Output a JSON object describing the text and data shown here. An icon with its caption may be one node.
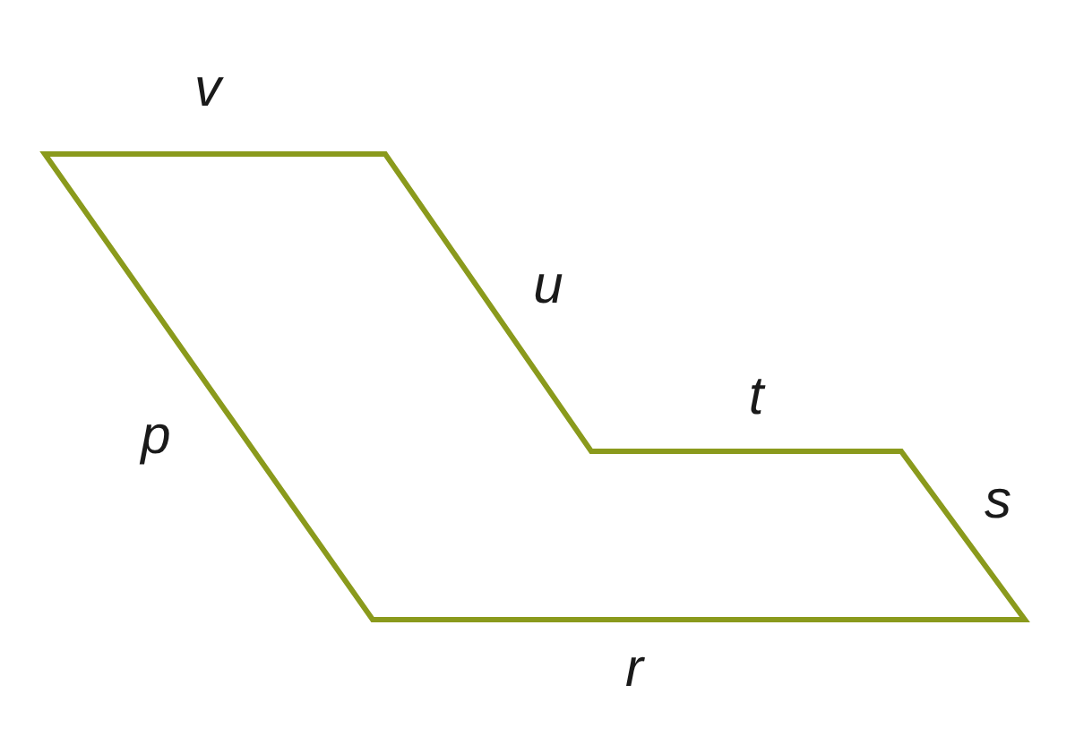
{
  "diagram": {
    "labels": [
      "v",
      "u",
      "t",
      "p",
      "s",
      "r"
    ]
  }
}
